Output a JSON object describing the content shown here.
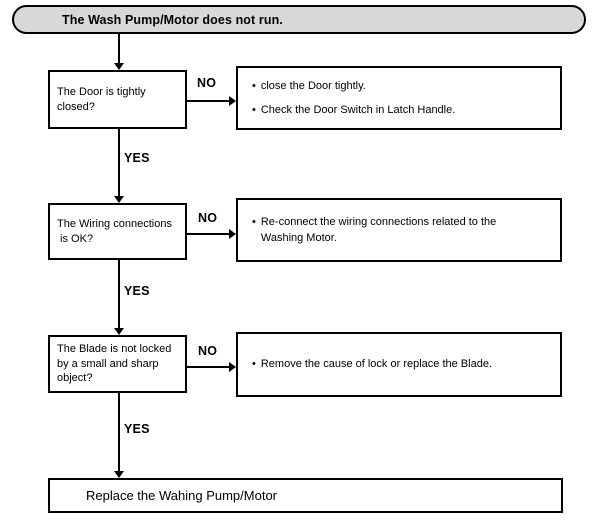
{
  "diagram": {
    "title": "The Wash Pump/Motor does not run.",
    "title_fill": "#d8d8d8",
    "line_color": "#000000",
    "bullet_char": "•",
    "yes_label": "YES",
    "no_label": "NO",
    "steps": [
      {
        "question": "The Door is tightly\nclosed?",
        "actions": [
          "close the Door tightly.",
          "Check the Door Switch in Latch Handle."
        ]
      },
      {
        "question": "The Wiring connections\n is OK?",
        "actions": [
          "Re-connect the wiring connections related to the\nWashing Motor."
        ]
      },
      {
        "question": "The Blade is not locked\nby a small and sharp\nobject?",
        "actions": [
          "Remove the cause of lock or replace the Blade."
        ]
      }
    ],
    "conclusion": "Replace the Wahing Pump/Motor"
  }
}
